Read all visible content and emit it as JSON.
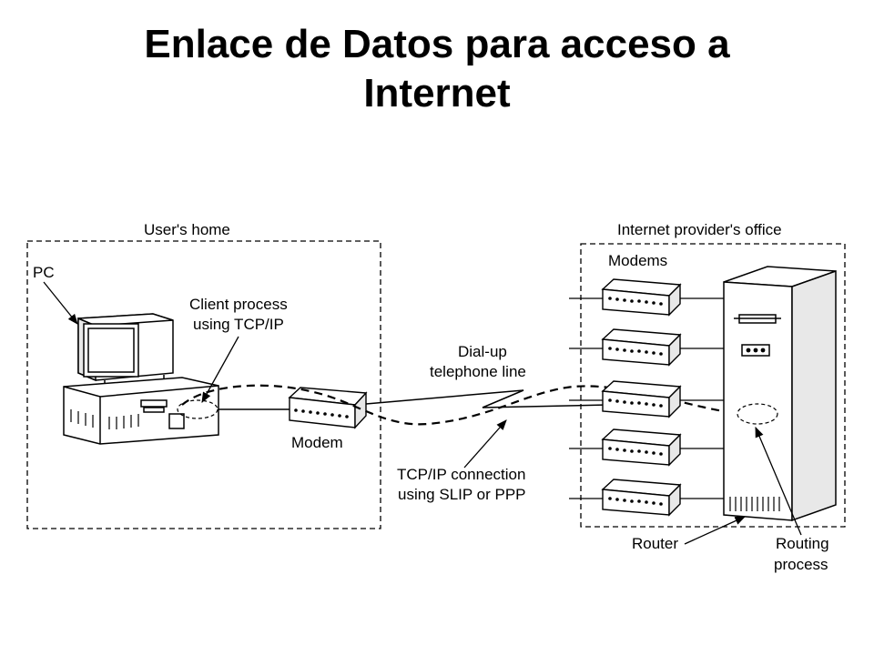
{
  "slide": {
    "title_line1": "Enlace de Datos para acceso a",
    "title_line2": "Internet"
  },
  "diagram": {
    "users_home": "User's home",
    "provider_office": "Internet provider's office",
    "pc": "PC",
    "client_process_l1": "Client process",
    "client_process_l2": "using TCP/IP",
    "modem": "Modem",
    "modems": "Modems",
    "dialup_l1": "Dial-up",
    "dialup_l2": "telephone line",
    "tcpip_l1": "TCP/IP connection",
    "tcpip_l2": "using SLIP or PPP",
    "router": "Router",
    "routing_l1": "Routing",
    "routing_l2": "process"
  },
  "colors": {
    "ink": "#000000",
    "background": "#ffffff",
    "device_fill": "#f4f4f4"
  }
}
